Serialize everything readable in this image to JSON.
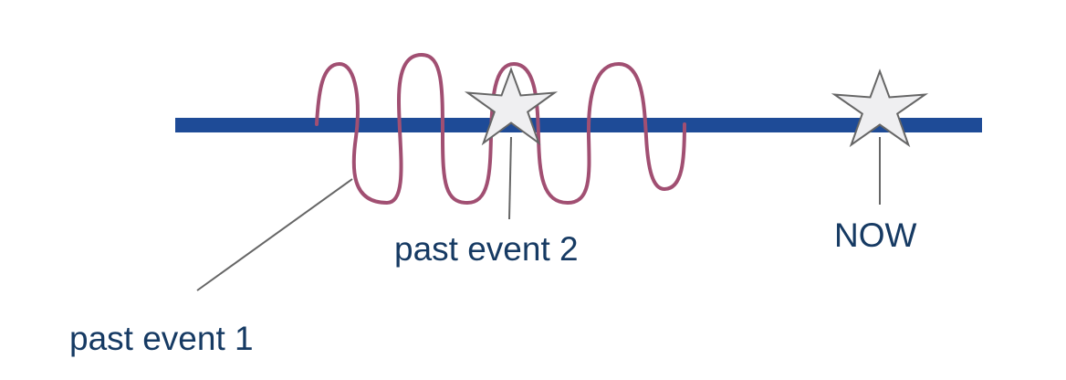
{
  "labels": {
    "past_event_1": "past event 1",
    "past_event_2": "past event 2",
    "now": "NOW"
  },
  "colors": {
    "timeline": "#1e4b97",
    "squiggle": "#a14f72",
    "pointer": "#666666",
    "star_fill": "#efeff1",
    "star_stroke": "#666666",
    "text": "#163a63",
    "background": "#ffffff"
  },
  "icons": {
    "event_marker": "star-icon"
  }
}
